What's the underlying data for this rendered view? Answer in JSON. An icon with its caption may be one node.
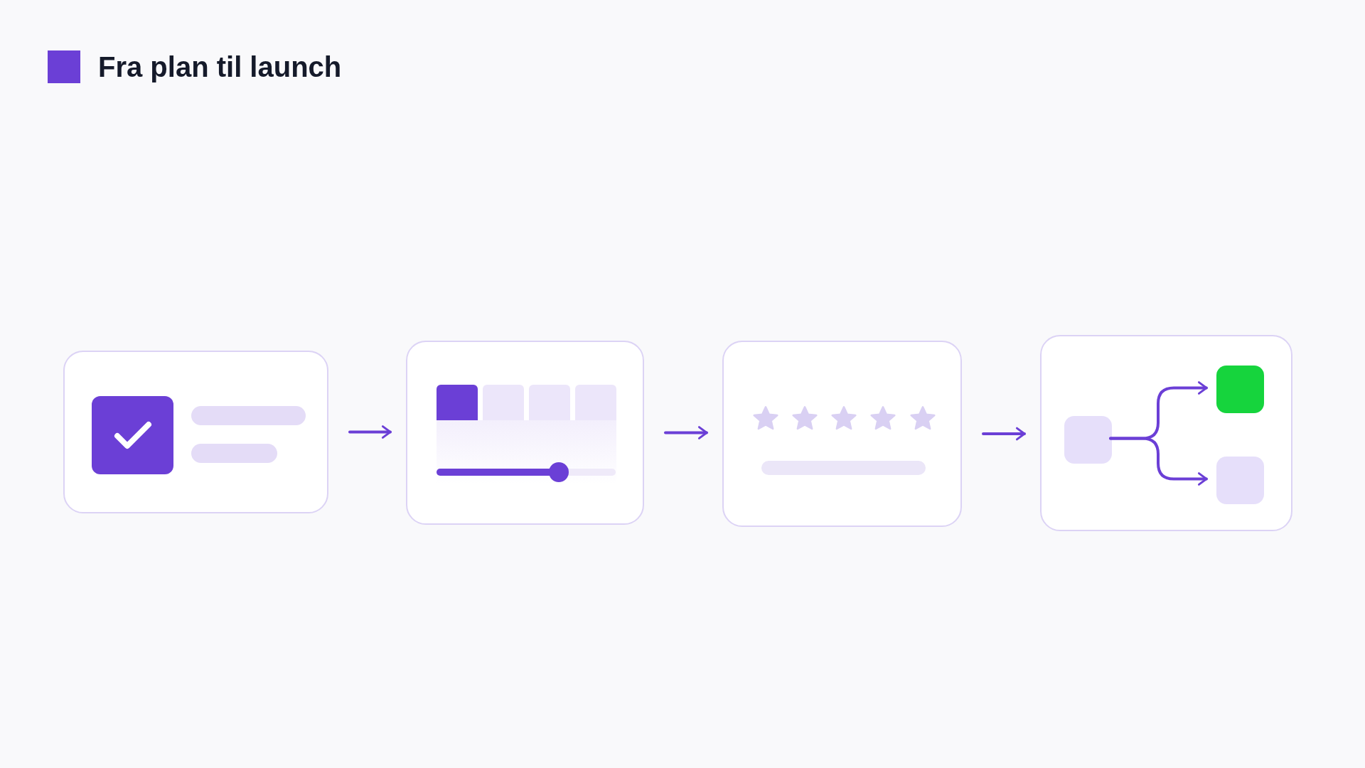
{
  "diagram": {
    "title": "Fra plan til launch",
    "nodes": [
      {
        "text": [],
        "shape": "box"
      },
      {
        "text": [],
        "shape": "box"
      },
      {
        "text": [],
        "shape": "box"
      },
      {
        "text": [],
        "shape": "box"
      },
      {
        "text": [],
        "shape": "box",
        "in": 3
      },
      {
        "text": [],
        "shape": "box",
        "in": 3
      },
      {
        "text": [],
        "shape": "box",
        "in": 3
      }
    ],
    "edges": [
      {
        "from": 0,
        "to": 1,
        "arrow": "to"
      },
      {
        "from": 1,
        "to": 2,
        "arrow": "to"
      },
      {
        "from": 2,
        "to": 3,
        "arrow": "to"
      },
      {
        "from": 4,
        "to": 5,
        "arrow": "to"
      },
      {
        "from": 4,
        "to": 6,
        "arrow": "to"
      }
    ]
  }
}
